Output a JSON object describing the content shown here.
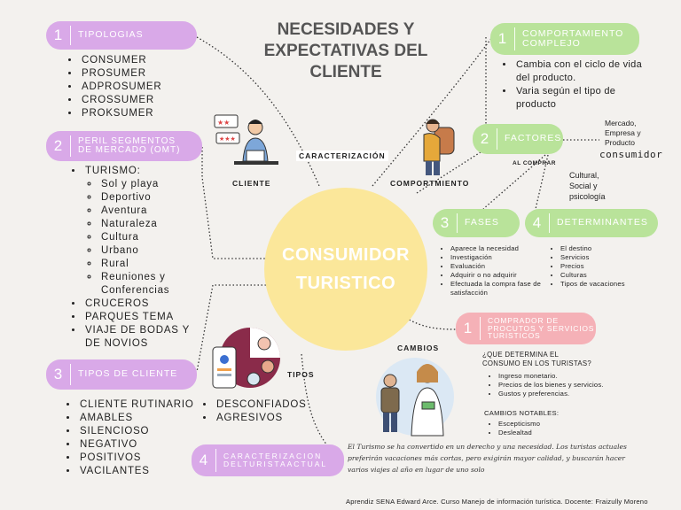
{
  "title": {
    "line1": "NECESIDADES Y",
    "line2": "EXPECTATIVAS DEL",
    "line3": "CLIENTE"
  },
  "center": {
    "line1": "CONSUMIDOR",
    "line2": "TURISTICO"
  },
  "connectors": {
    "caracterizacion": "CARACTERIZACIÓN",
    "cliente": "CLIENTE",
    "comportamiento": "COMPORTMIENTO",
    "al_comprar": "AL COMPRAR",
    "cambios": "CAMBIOS",
    "tipos": "TIPOS"
  },
  "tipologias": {
    "num": "1",
    "label": "TIPOLOGIAS",
    "items": [
      "CONSUMER",
      "PROSUMER",
      "ADPROSUMER",
      "CROSSUMER",
      "PROKSUMER"
    ]
  },
  "perfil": {
    "num": "2",
    "label_line1": "PERIL SEGMENTOS",
    "label_line2": "DE MERCADO (OMT)",
    "turismo": "TURISMO:",
    "sub_items": [
      "Sol y playa",
      "Deportivo",
      "Aventura",
      "Naturaleza",
      "Cultura",
      "Urbano",
      "Rural",
      "Reuniones y Conferencias"
    ],
    "items": [
      "CRUCEROS",
      "PARQUES TEMA",
      "VIAJE DE BODAS Y DE NOVIOS"
    ]
  },
  "tipos_cliente": {
    "num": "3",
    "label": "TIPOS DE CLIENTE",
    "col1": [
      "CLIENTE RUTINARIO",
      "AMABLES",
      "SILENCIOSO",
      "NEGATIVO",
      "POSITIVOS",
      "VACILANTES"
    ],
    "col2": [
      "DESCONFIADOS",
      "AGRESIVOS"
    ]
  },
  "caracterizacion_actual": {
    "num": "4",
    "label_line1": "CARACTERIZACION",
    "label_line2": "DELTURISTAACTUAL",
    "text": "El Turismo se ha convertido en un derecho y una necesidad. Los turistas actuales preferirán vacaciones más cortas, pero exigirán mayor calidad, y buscarán hacer varios viajes al año en lugar de uno solo"
  },
  "comportamiento": {
    "num": "1",
    "label_line1": "COMPORTAMIENTO",
    "label_line2": "COMPLEJO",
    "items": [
      "Cambia con el ciclo de vida del producto.",
      "Varia según el tipo de producto"
    ]
  },
  "factores": {
    "num": "2",
    "label": "FACTORES",
    "note1_l1": "Mercado,",
    "note1_l2": "Empresa y",
    "note1_l3": "Producto",
    "consumidor": "consumidor",
    "note2_l1": "Cultural,",
    "note2_l2": "Social y",
    "note2_l3": "psicología"
  },
  "fases": {
    "num": "3",
    "label": "FASES",
    "items": [
      "Aparece la necesidad",
      "Investigación",
      "Evaluación",
      "Adquirir o no adquirir",
      "Efectuada la compra fase de satisfacción"
    ]
  },
  "determinantes": {
    "num": "4",
    "label": "DETERMINANTES",
    "items": [
      "El destino",
      "Servicios",
      "Precios",
      "Culturas",
      "Tipos de vacaciones"
    ]
  },
  "comprador": {
    "num": "1",
    "label_line1": "COMPRADOR DE",
    "label_line2": "PROCUTOS Y SERVICIOS",
    "label_line3": "TURISTICOS",
    "question_l1": "¿QUE DETERMINA EL",
    "question_l2": "CONSUMO EN LOS TURISTAS?",
    "items": [
      "Ingreso monetario.",
      "Precios de los bienes y servicios.",
      "Gustos y preferencias."
    ],
    "cambios_label": "CAMBIOS NOTABLES:",
    "cambios": [
      "Escepticismo",
      "Deslealtad"
    ]
  },
  "footer": "Aprendiz SENA Edward Arce. Curso Manejo de información turística. Docente: Fraizully Moreno",
  "colors": {
    "purple": "#d9a9e8",
    "green": "#b9e39a",
    "pink": "#f5b1b7",
    "yellow": "#fbe79a"
  }
}
